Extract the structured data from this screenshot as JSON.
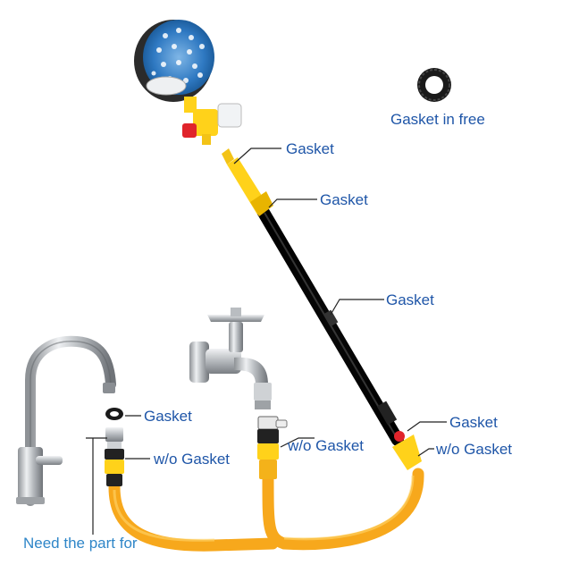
{
  "labels": {
    "gasket_in_free": "Gasket in free",
    "gasket_nozzle": "Gasket",
    "gasket_wand_top": "Gasket",
    "gasket_wand_mid": "Gasket",
    "gasket_faucet_adapter": "Gasket",
    "wo_gasket_faucet_adapter": "w/o Gasket",
    "wo_gasket_tap_connector": "w/o Gasket",
    "gasket_wand_valve": "Gasket",
    "wo_gasket_wand_end": "w/o Gasket",
    "need_the_part_for": "Need the part for"
  },
  "colors": {
    "label_text": "#1f56a8",
    "need_text": "#2f86c8",
    "leader_line": "#222222",
    "hose": "#f7a81c",
    "connector_yellow": "#ffd21a",
    "wand_black": "#1b1b1b",
    "brush_blue": "#3a86c8",
    "valve_red": "#e0242b",
    "chrome": "#c9ccd0"
  },
  "icons": {
    "brush": "rotating-brush-head-icon",
    "faucet": "kitchen-faucet-icon",
    "tap": "wall-tap-icon",
    "gasket": "rubber-gasket-icon"
  }
}
